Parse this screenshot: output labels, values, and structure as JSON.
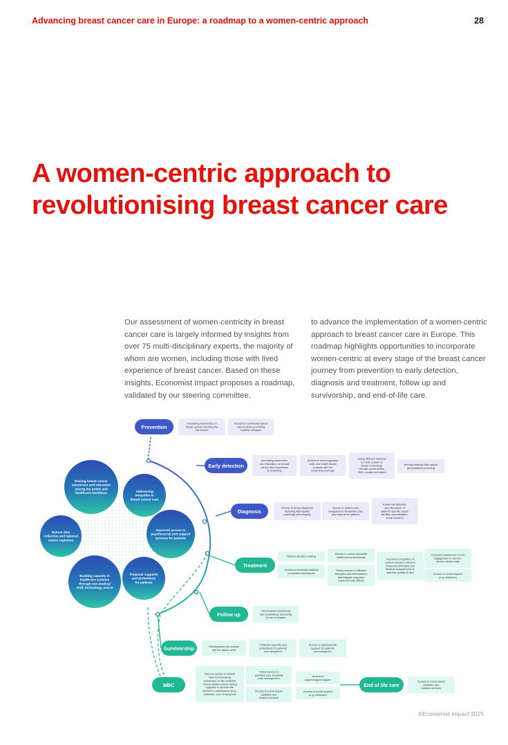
{
  "header": {
    "title": "Advancing breast cancer care in Europe: a roadmap to a women-centric approach",
    "page": "28"
  },
  "title": {
    "line1": "A women-centric approach to",
    "line2": "revolutionising breast cancer care"
  },
  "intro": {
    "col1": "Our assessment of women-centricity in breast cancer care is largely informed by insights from over 75 multi-disciplinary experts, the majority of whom are women, including those with lived experience of breast cancer. Based on these insights, Economist Impact proposes a roadmap, validated by our steering committee,",
    "col2": "to advance the implementation of a women-centric approach to breast cancer care in Europe. This roadmap highlights opportunities to incorporate women-centric at every stage of the breast cancer journey from prevention to early detection, diagnosis and treatment, follow up and survivorship, and end-of-life care."
  },
  "circles": [
    {
      "lines": [
        "Raising breast cancer",
        "awareness and education",
        "among the public and",
        "healthcare workforce"
      ]
    },
    {
      "lines": [
        "Addressing",
        "inequities in",
        "breast cancer care"
      ]
    },
    {
      "lines": [
        "Robust data",
        "collection and national",
        "cancer registries"
      ]
    },
    {
      "lines": [
        "Improved access to",
        "psychosocial and support",
        "services for patients"
      ]
    },
    {
      "lines": [
        "Building capacity in",
        "healthcare systems",
        "through non-medical",
        "staff, technology, and AI"
      ]
    },
    {
      "lines": [
        "Financial supports",
        "and protections",
        "for patients"
      ]
    }
  ],
  "stages": [
    {
      "label": "Prevention",
      "boxes": [
        {
          "lines": [
            "Increasing awareness on",
            "breast cancer including the",
            "risk factors"
          ]
        },
        {
          "lines": [
            "Access to community-based",
            "interventions promoting",
            "healthier lifestyles"
          ]
        }
      ]
    },
    {
      "label": "Early detection",
      "boxes": [
        {
          "lines": [
            "Increasing awareness",
            "and education on breast",
            "cancer and importance",
            "of screening"
          ]
        },
        {
          "lines": [
            "Access to mammography",
            "units and health kiosks",
            "in areas with low",
            "screening coverage"
          ]
        },
        {
          "lines": [
            "Using different methods",
            "to invite women to",
            "breast screenings,",
            "through social media,",
            "SMS, emails and letters"
          ]
        },
        {
          "lines": [
            "Moving towards Risk-based/",
            "personalised screening"
          ]
        }
      ]
    },
    {
      "label": "Diagnosis",
      "boxes": [
        {
          "lines": [
            "Access to timely diagnosis",
            "including high-quality",
            "pathology and imaging"
          ]
        },
        {
          "lines": [
            "Access to patient care",
            "navigators to streamline care",
            "and support for patients"
          ]
        },
        {
          "lines": [
            "Earlier identification",
            "and discussion of",
            "patient's specific needs",
            "(fertility, comorbidities,",
            "social barriers)"
          ]
        }
      ]
    },
    {
      "label": "Treatment",
      "boxes": [
        {
          "lines": [
            "Shared decision making"
          ]
        },
        {
          "lines": [
            "Access to cancer specialist",
            "healthcare professionals"
          ]
        },
        {
          "lines": [
            "Improved integration of",
            "patient reported outcome",
            "measures (PROMs) and",
            "decision support tools to",
            "optimise quality of care"
          ]
        },
        {
          "lines": [
            "Increased awareness of and",
            "engagement in women-",
            "centric clinical trials"
          ]
        },
        {
          "lines": [
            "Access to medically assisted",
            "procreation techniques"
          ]
        },
        {
          "lines": [
            "Timely access to effective",
            "therapies and interventions",
            "that mitigate long-term",
            "treatment side effects"
          ]
        },
        {
          "lines": [
            "Access to social support",
            "(e.g. childcare)"
          ]
        }
      ]
    },
    {
      "label": "Follow up",
      "boxes": [
        {
          "lines": [
            "Personalised monitoring",
            "and surveillance according",
            "to risk of relapse"
          ]
        }
      ]
    },
    {
      "label": "Survivorship",
      "boxes": [
        {
          "lines": [
            "Reintegration into society",
            "and the labour force"
          ]
        },
        {
          "lines": [
            "Financial supports and",
            "protections for patients",
            "and caregivers"
          ]
        },
        {
          "lines": [
            "Access to psychosocial",
            "support for patients",
            "and caregivers"
          ]
        }
      ]
    },
    {
      "label": "MBC",
      "boxes": [
        {
          "lines": [
            "Improve access to clinical",
            "trials by increasing",
            "awareness on the available",
            "clinical studies and providing",
            "supports to address the",
            "barriers to participation (e.g.,",
            "childcare, cost of transport)"
          ]
        },
        {
          "lines": [
            "Timely access to",
            "palliative care including",
            "pain management"
          ]
        },
        {
          "lines": [
            "Access to",
            "psychological support"
          ]
        },
        {
          "lines": [
            "Access to home-based",
            "palliative and",
            "hospice services"
          ]
        },
        {
          "lines": [
            "Access to social support",
            "(e.g. childcare)"
          ]
        }
      ]
    },
    {
      "label": "End of life care",
      "boxes": [
        {
          "lines": [
            "Access to home-based",
            "palliative and",
            "hospice services"
          ]
        }
      ]
    }
  ],
  "footer": "©Economist Impact 2025"
}
